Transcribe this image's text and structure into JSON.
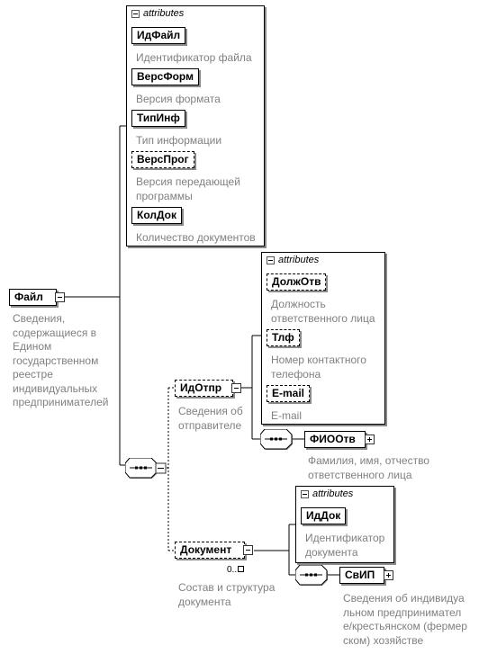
{
  "root": {
    "name": "Файл",
    "description": "Сведения, содержащиеся в Едином государственном реестре индивидуальных предпринимателей"
  },
  "file_attributes": {
    "title": "attributes",
    "items": [
      {
        "name": "ИдФайл",
        "description": "Идентификатор файла"
      },
      {
        "name": "ВерсФорм",
        "description": "Версия формата"
      },
      {
        "name": "ТипИнф",
        "description": "Тип информации"
      },
      {
        "name": "ВерсПрог",
        "description": "Версия передающей программы"
      },
      {
        "name": "КолДок",
        "description": "Количество документов"
      }
    ]
  },
  "sender": {
    "name": "ИдОтпр",
    "description": "Сведения об отправителе",
    "attributes": {
      "title": "attributes",
      "items": [
        {
          "name": "ДолжОтв",
          "description": "Должность ответственного лица"
        },
        {
          "name": "Тлф",
          "description": "Номер контактного телефона"
        },
        {
          "name": "E-mail",
          "description": "E-mail"
        }
      ]
    },
    "child": {
      "name": "ФИООтв",
      "description": "Фамилия, имя, отчество ответственного лица"
    }
  },
  "document": {
    "name": "Документ",
    "occurrence": "0..",
    "description": "Состав и структура документа",
    "attributes": {
      "title": "attributes",
      "items": [
        {
          "name": "ИдДок",
          "description": "Идентификатор документа"
        }
      ]
    },
    "child": {
      "name": "СвИП",
      "description": "Сведения об индивидуальном предпринимателе/крестьянском (фермерском) хозяйстве"
    }
  }
}
